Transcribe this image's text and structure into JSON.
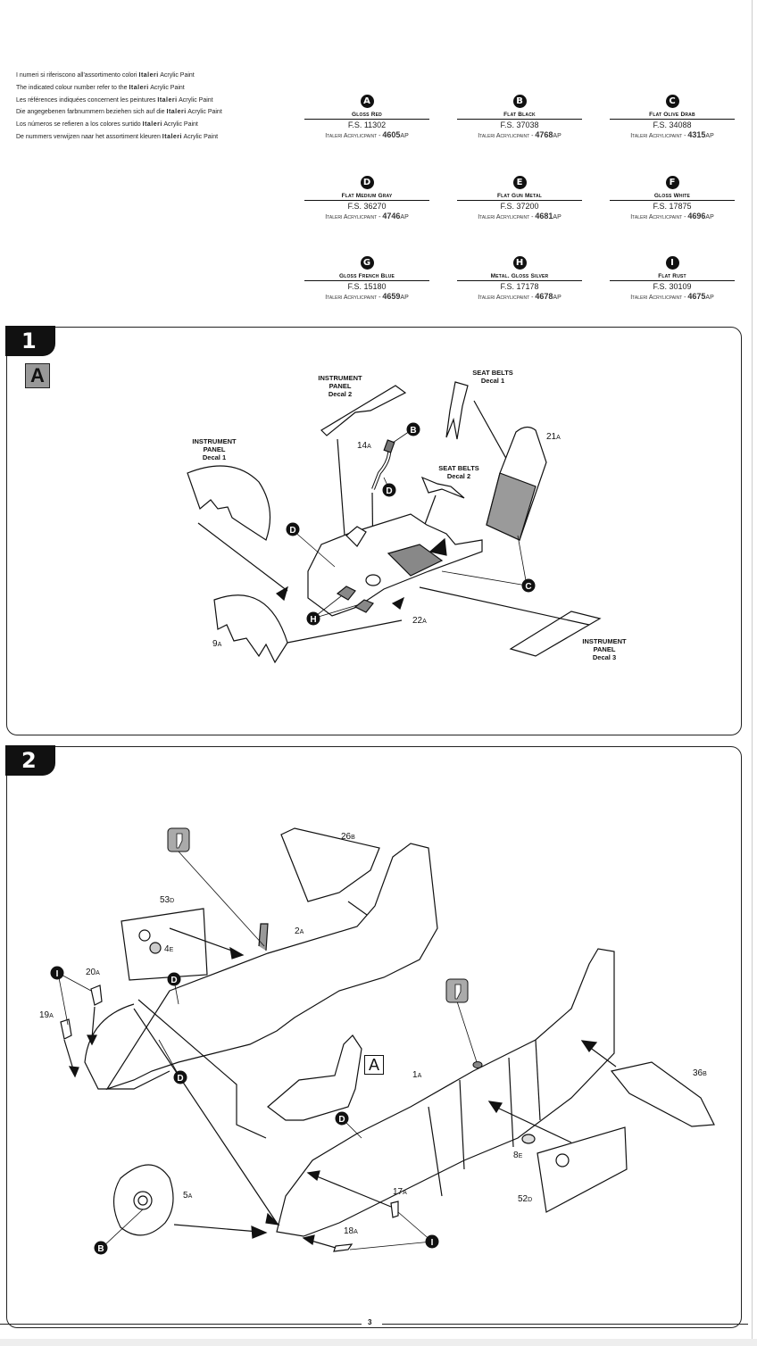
{
  "notes": [
    {
      "pre": "I numeri si riferiscono all'assortimento colori ",
      "brand": "Italeri",
      "post": " Acrylic Paint"
    },
    {
      "pre": "The indicated colour number refer to the ",
      "brand": "Italeri",
      "post": " Acrylic Paint"
    },
    {
      "pre": "Les références indiquées concernent les peintures ",
      "brand": "Italeri",
      "post": " Acrylic Paint"
    },
    {
      "pre": "Die angegebenen farbnummern beziehen sich auf die ",
      "brand": "Italeri",
      "post": " Acrylic Paint"
    },
    {
      "pre": "Los números se refieren a los colores surtido ",
      "brand": "Italeri",
      "post": " Acrylic Paint"
    },
    {
      "pre": "De nummers verwijzen naar het assortiment kleuren ",
      "brand": "Italeri",
      "post": " Acrylic Paint"
    }
  ],
  "paints": [
    {
      "letter": "A",
      "name": "Gloss Red",
      "fs": "F.S. 11302",
      "ref_prefix": "Italeri Acrylicpaint - ",
      "code": "4605",
      "suffix": "AP"
    },
    {
      "letter": "B",
      "name": "Flat Black",
      "fs": "F.S. 37038",
      "ref_prefix": "Italeri Acrylicpaint - ",
      "code": "4768",
      "suffix": "AP"
    },
    {
      "letter": "C",
      "name": "Flat Olive Drab",
      "fs": "F.S. 34088",
      "ref_prefix": "Italeri Acrylicpaint - ",
      "code": "4315",
      "suffix": "AP"
    },
    {
      "letter": "D",
      "name": "Flat Medium Gray",
      "fs": "F.S. 36270",
      "ref_prefix": "Italeri Acrylicpaint - ",
      "code": "4746",
      "suffix": "AP"
    },
    {
      "letter": "E",
      "name": "Flat Gun Metal",
      "fs": "F.S. 37200",
      "ref_prefix": "Italeri Acrylicpaint - ",
      "code": "4681",
      "suffix": "AP"
    },
    {
      "letter": "F",
      "name": "Gloss White",
      "fs": "F.S. 17875",
      "ref_prefix": "Italeri Acrylicpaint - ",
      "code": "4696",
      "suffix": "AP"
    },
    {
      "letter": "G",
      "name": "Gloss French Blue",
      "fs": "F.S. 15180",
      "ref_prefix": "Italeri Acrylicpaint - ",
      "code": "4659",
      "suffix": "AP"
    },
    {
      "letter": "H",
      "name": "Metal. Gloss Silver",
      "fs": "F.S. 17178",
      "ref_prefix": "Italeri Acrylicpaint - ",
      "code": "4678",
      "suffix": "AP"
    },
    {
      "letter": "I",
      "name": "Flat Rust",
      "fs": "F.S. 30109",
      "ref_prefix": "Italeri Acrylicpaint - ",
      "code": "4675",
      "suffix": "AP"
    }
  ],
  "step1": {
    "number": "1",
    "subassembly": "A",
    "labels": {
      "instrument_panel_decal1": "INSTRUMENT\nPANEL\nDecal 1",
      "instrument_panel_decal2": "INSTRUMENT\nPANEL\nDecal 2",
      "instrument_panel_decal3": "INSTRUMENT\nPANEL\nDecal 3",
      "seat_belts_decal1": "SEAT BELTS\nDecal 1",
      "seat_belts_decal2": "SEAT BELTS\nDecal 2"
    },
    "parts": [
      {
        "num": "14",
        "sprue": "A"
      },
      {
        "num": "21",
        "sprue": "A"
      },
      {
        "num": "22",
        "sprue": "A"
      },
      {
        "num": "9",
        "sprue": "A"
      }
    ],
    "color_callouts": [
      "B",
      "D",
      "D",
      "C",
      "H"
    ]
  },
  "step2": {
    "number": "2",
    "subassembly_ref": "A",
    "parts": [
      {
        "num": "26",
        "sprue": "B"
      },
      {
        "num": "53",
        "sprue": "D"
      },
      {
        "num": "4",
        "sprue": "E"
      },
      {
        "num": "2",
        "sprue": "A"
      },
      {
        "num": "20",
        "sprue": "A"
      },
      {
        "num": "19",
        "sprue": "A"
      },
      {
        "num": "1",
        "sprue": "A"
      },
      {
        "num": "36",
        "sprue": "B"
      },
      {
        "num": "8",
        "sprue": "E"
      },
      {
        "num": "52",
        "sprue": "D"
      },
      {
        "num": "5",
        "sprue": "A"
      },
      {
        "num": "17",
        "sprue": "A"
      },
      {
        "num": "18",
        "sprue": "A"
      }
    ],
    "color_callouts": [
      "I",
      "D",
      "D",
      "D",
      "B",
      "I"
    ]
  },
  "footer": {
    "page_number": "3"
  }
}
